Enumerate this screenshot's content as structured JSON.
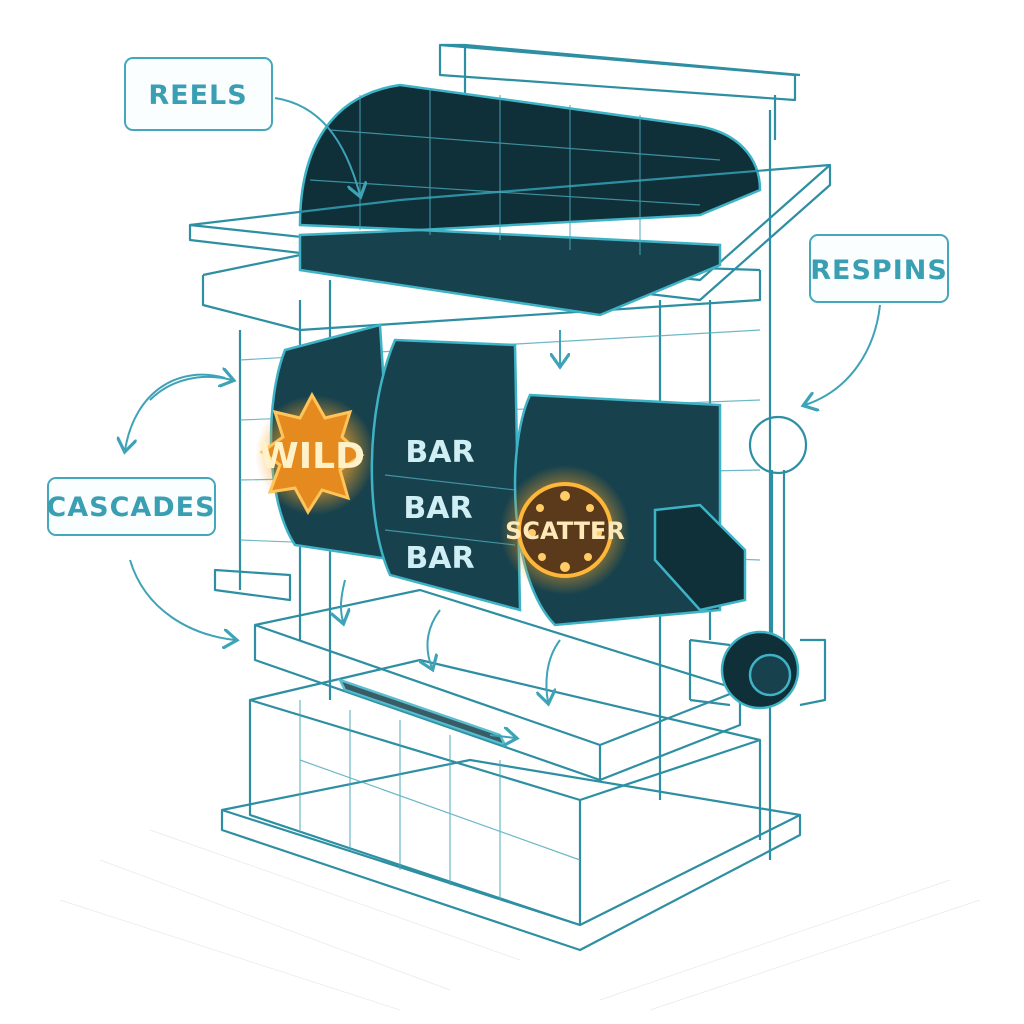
{
  "labels": {
    "reels": "REELS",
    "respins": "RESPINS",
    "cascades": "CASCADES"
  },
  "symbols": {
    "wild": "WILD",
    "bar_1": "BAR",
    "bar_2": "BAR",
    "bar_3": "BAR",
    "scatter": "SCATTER"
  },
  "colors": {
    "line": "#2e8fa3",
    "glass": "#17414d",
    "glow": "#f2a128",
    "label": "#3a9fb3"
  }
}
